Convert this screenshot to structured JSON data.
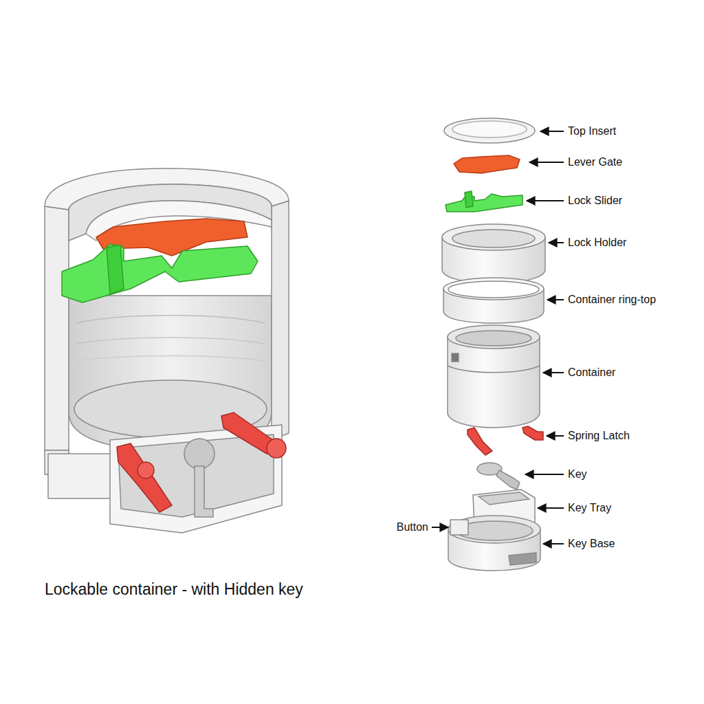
{
  "diagram": {
    "caption": "Lockable container - with Hidden key",
    "labels": [
      "Top Insert",
      "Lever Gate",
      "Lock Slider",
      "Lock Holder",
      "Container ring-top",
      "Container",
      "Spring Latch",
      "Key",
      "Key Tray",
      "Button",
      "Key Base"
    ]
  }
}
